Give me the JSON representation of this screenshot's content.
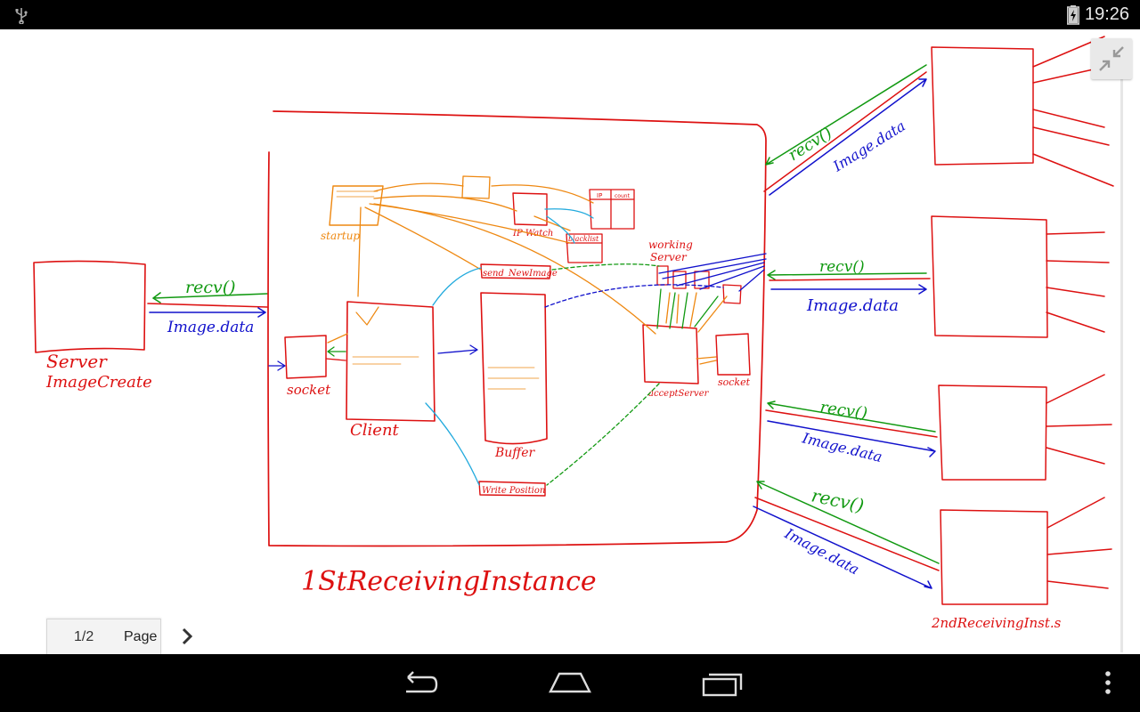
{
  "status_bar": {
    "time": "19:26",
    "icons": [
      "usb-icon",
      "battery-charging-icon"
    ]
  },
  "toolbar": {
    "exit_fullscreen_icon": "exit-fullscreen-icon"
  },
  "sketch": {
    "server_label_1": "Server",
    "server_label_2": "ImageCreate",
    "recv_label": "recv()",
    "image_data_label": "Image.data",
    "socket_label": "socket",
    "client_label": "Client",
    "buffer_label": "Buffer",
    "write_position_label": "Write Position",
    "send_new_image_label": "send_NewImage",
    "startup_label": "startup",
    "ip_watch_label": "IP Watch",
    "blacklist_label": "blacklist",
    "working_server_label_1": "working",
    "working_server_label_2": "Server",
    "accept_server_label": "acceptServer",
    "ip_col": "IP",
    "count_col": "count",
    "instance_label": "1StReceivingInstance",
    "second_instance_label": "2ndReceivingInst.s"
  },
  "pager": {
    "page_count": "1/2",
    "page_label": "Page",
    "next_icon": "chevron-right-icon"
  },
  "nav_bar": {
    "buttons": [
      "back-icon",
      "home-icon",
      "recent-apps-icon",
      "overflow-menu-icon"
    ]
  },
  "colors": {
    "red": "#dd1111",
    "green": "#119911",
    "blue": "#1111cc",
    "orange": "#ee8811",
    "cyan": "#22aadd"
  }
}
